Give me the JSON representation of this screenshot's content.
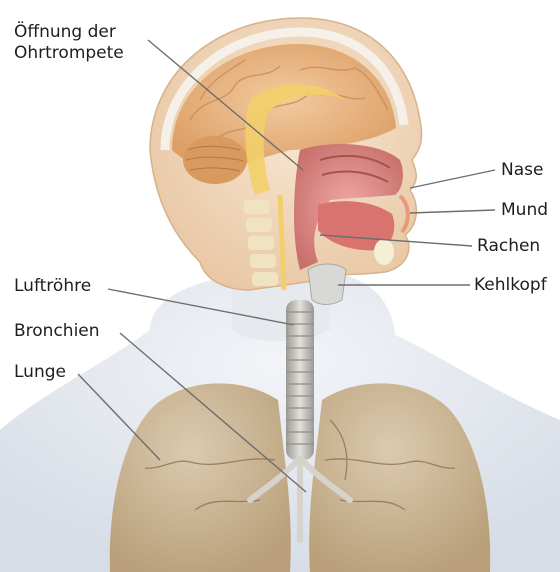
{
  "labels": {
    "eustachian_opening": {
      "line1": "Öffnung der",
      "line2": "Ohrtrompete"
    },
    "nose": "Nase",
    "mouth": "Mund",
    "pharynx": "Rachen",
    "larynx": "Kehlkopf",
    "trachea": "Luftröhre",
    "bronchi": "Bronchien",
    "lung": "Lunge"
  },
  "colors": {
    "label_text": "#1e1e1e",
    "leader_line": "#6e6e6e",
    "body_shadow": "#e3e8ef",
    "brain": "#e9b57a",
    "skin": "#f4dcc3",
    "nasal_cavity": "#e08c8a",
    "lung": "#cdb893",
    "trachea": "#c9c7c2"
  }
}
